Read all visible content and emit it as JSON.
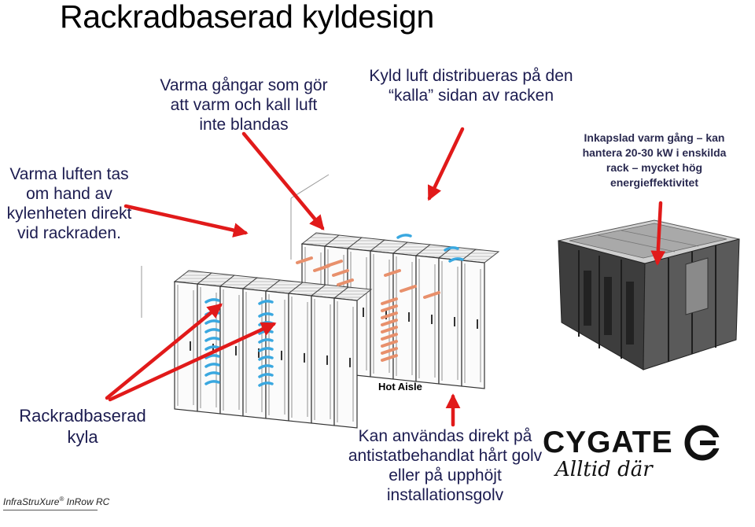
{
  "title": "Rackradbaserad kyldesign",
  "captions": {
    "left": "Varma luften tas om hand av kylenheten direkt vid rackraden.",
    "aisle": "Varma gångar som gör att varm och kall luft inte blandas",
    "cold": "Kyld luft distribueras på den “kalla” sidan av racken",
    "enclosure": "Inkapslad varm gång – kan hantera 20-30 kW i enskilda rack – mycket hög energieffektivitet",
    "rack_cooling": "Rackradbaserad kyla",
    "floor": "Kan användas direkt på antistatbehandlat hårt golv eller på upphöjt installationsgolv"
  },
  "label_hot_aisle": "Hot Aisle",
  "footer": {
    "brand": "InfraStruXure",
    "registered": "®",
    "product": " InRow RC"
  },
  "logo": {
    "name": "CYGATE",
    "slogan": "Alltid där"
  },
  "colors": {
    "arrow": "#e11a1a",
    "cold_air": "#3aa8e0",
    "hot_air": "#e8906c",
    "text": "#1c1c50"
  }
}
